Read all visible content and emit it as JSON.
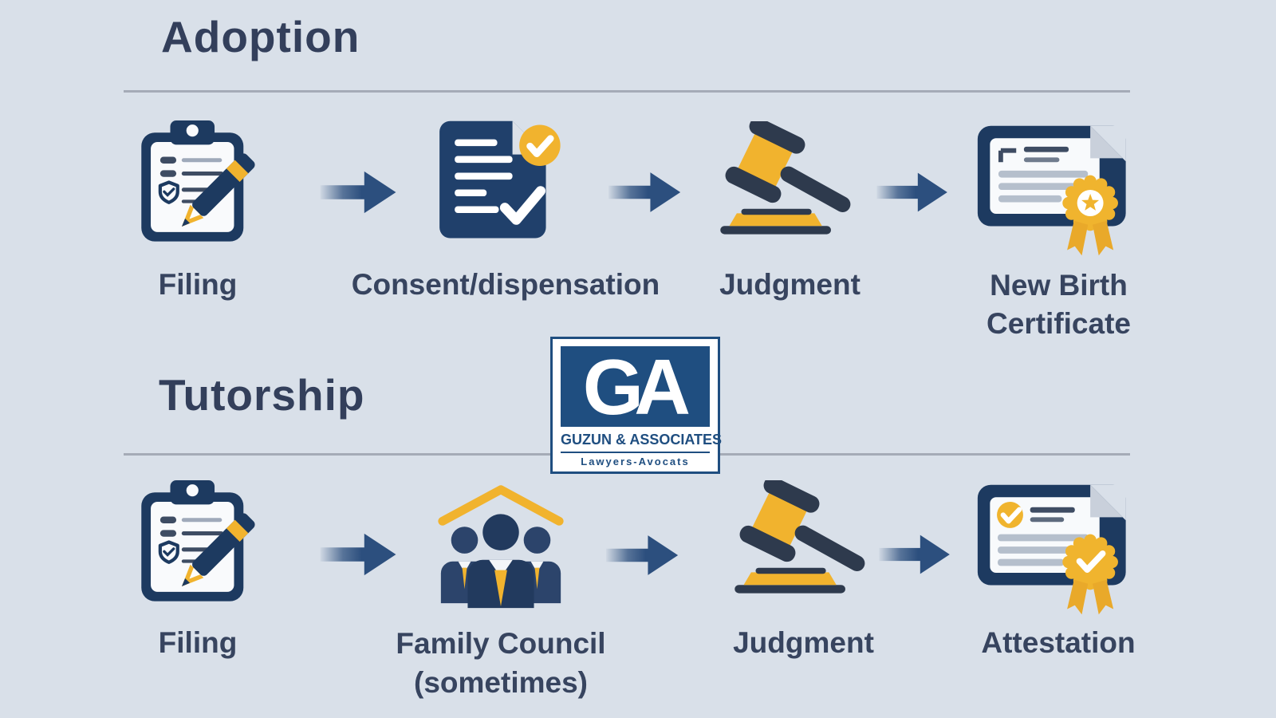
{
  "colors": {
    "background": "#d9e0e9",
    "navy_icon": "#1d3a60",
    "document_navy": "#20406b",
    "title_text": "#333f5b",
    "label_text": "#37445f",
    "arrow_blue": "#2c4f7e",
    "accent_yellow": "#f1b32e",
    "gavel_charcoal": "#2e3a4d",
    "logo_blue": "#1f4e80",
    "divider_grey": "#939aa6"
  },
  "sections": [
    {
      "title": "Adoption",
      "steps": [
        {
          "icon": "clipboard-pencil-icon",
          "label": "Filing"
        },
        {
          "icon": "document-approved-icon",
          "label": "Consent/dispensation"
        },
        {
          "icon": "gavel-icon",
          "label": "Judgment"
        },
        {
          "icon": "birth-certificate-icon",
          "label": "New Birth Certificate",
          "lines": [
            "New Birth",
            "Certificate"
          ]
        }
      ],
      "connector": "arrow-right"
    },
    {
      "title": "Tutorship",
      "steps": [
        {
          "icon": "clipboard-pencil-icon",
          "label": "Filing"
        },
        {
          "icon": "family-council-icon",
          "label": "Family Council (sometimes)",
          "lines": [
            "Family Council",
            "(sometimes)"
          ]
        },
        {
          "icon": "gavel-icon",
          "label": "Judgment"
        },
        {
          "icon": "attestation-certificate-icon",
          "label": "Attestation"
        }
      ],
      "connector": "arrow-right"
    }
  ],
  "logo": {
    "monogram": "GA",
    "name": "GUZUN & ASSOCIATES",
    "tagline": "Lawyers-Avocats"
  }
}
